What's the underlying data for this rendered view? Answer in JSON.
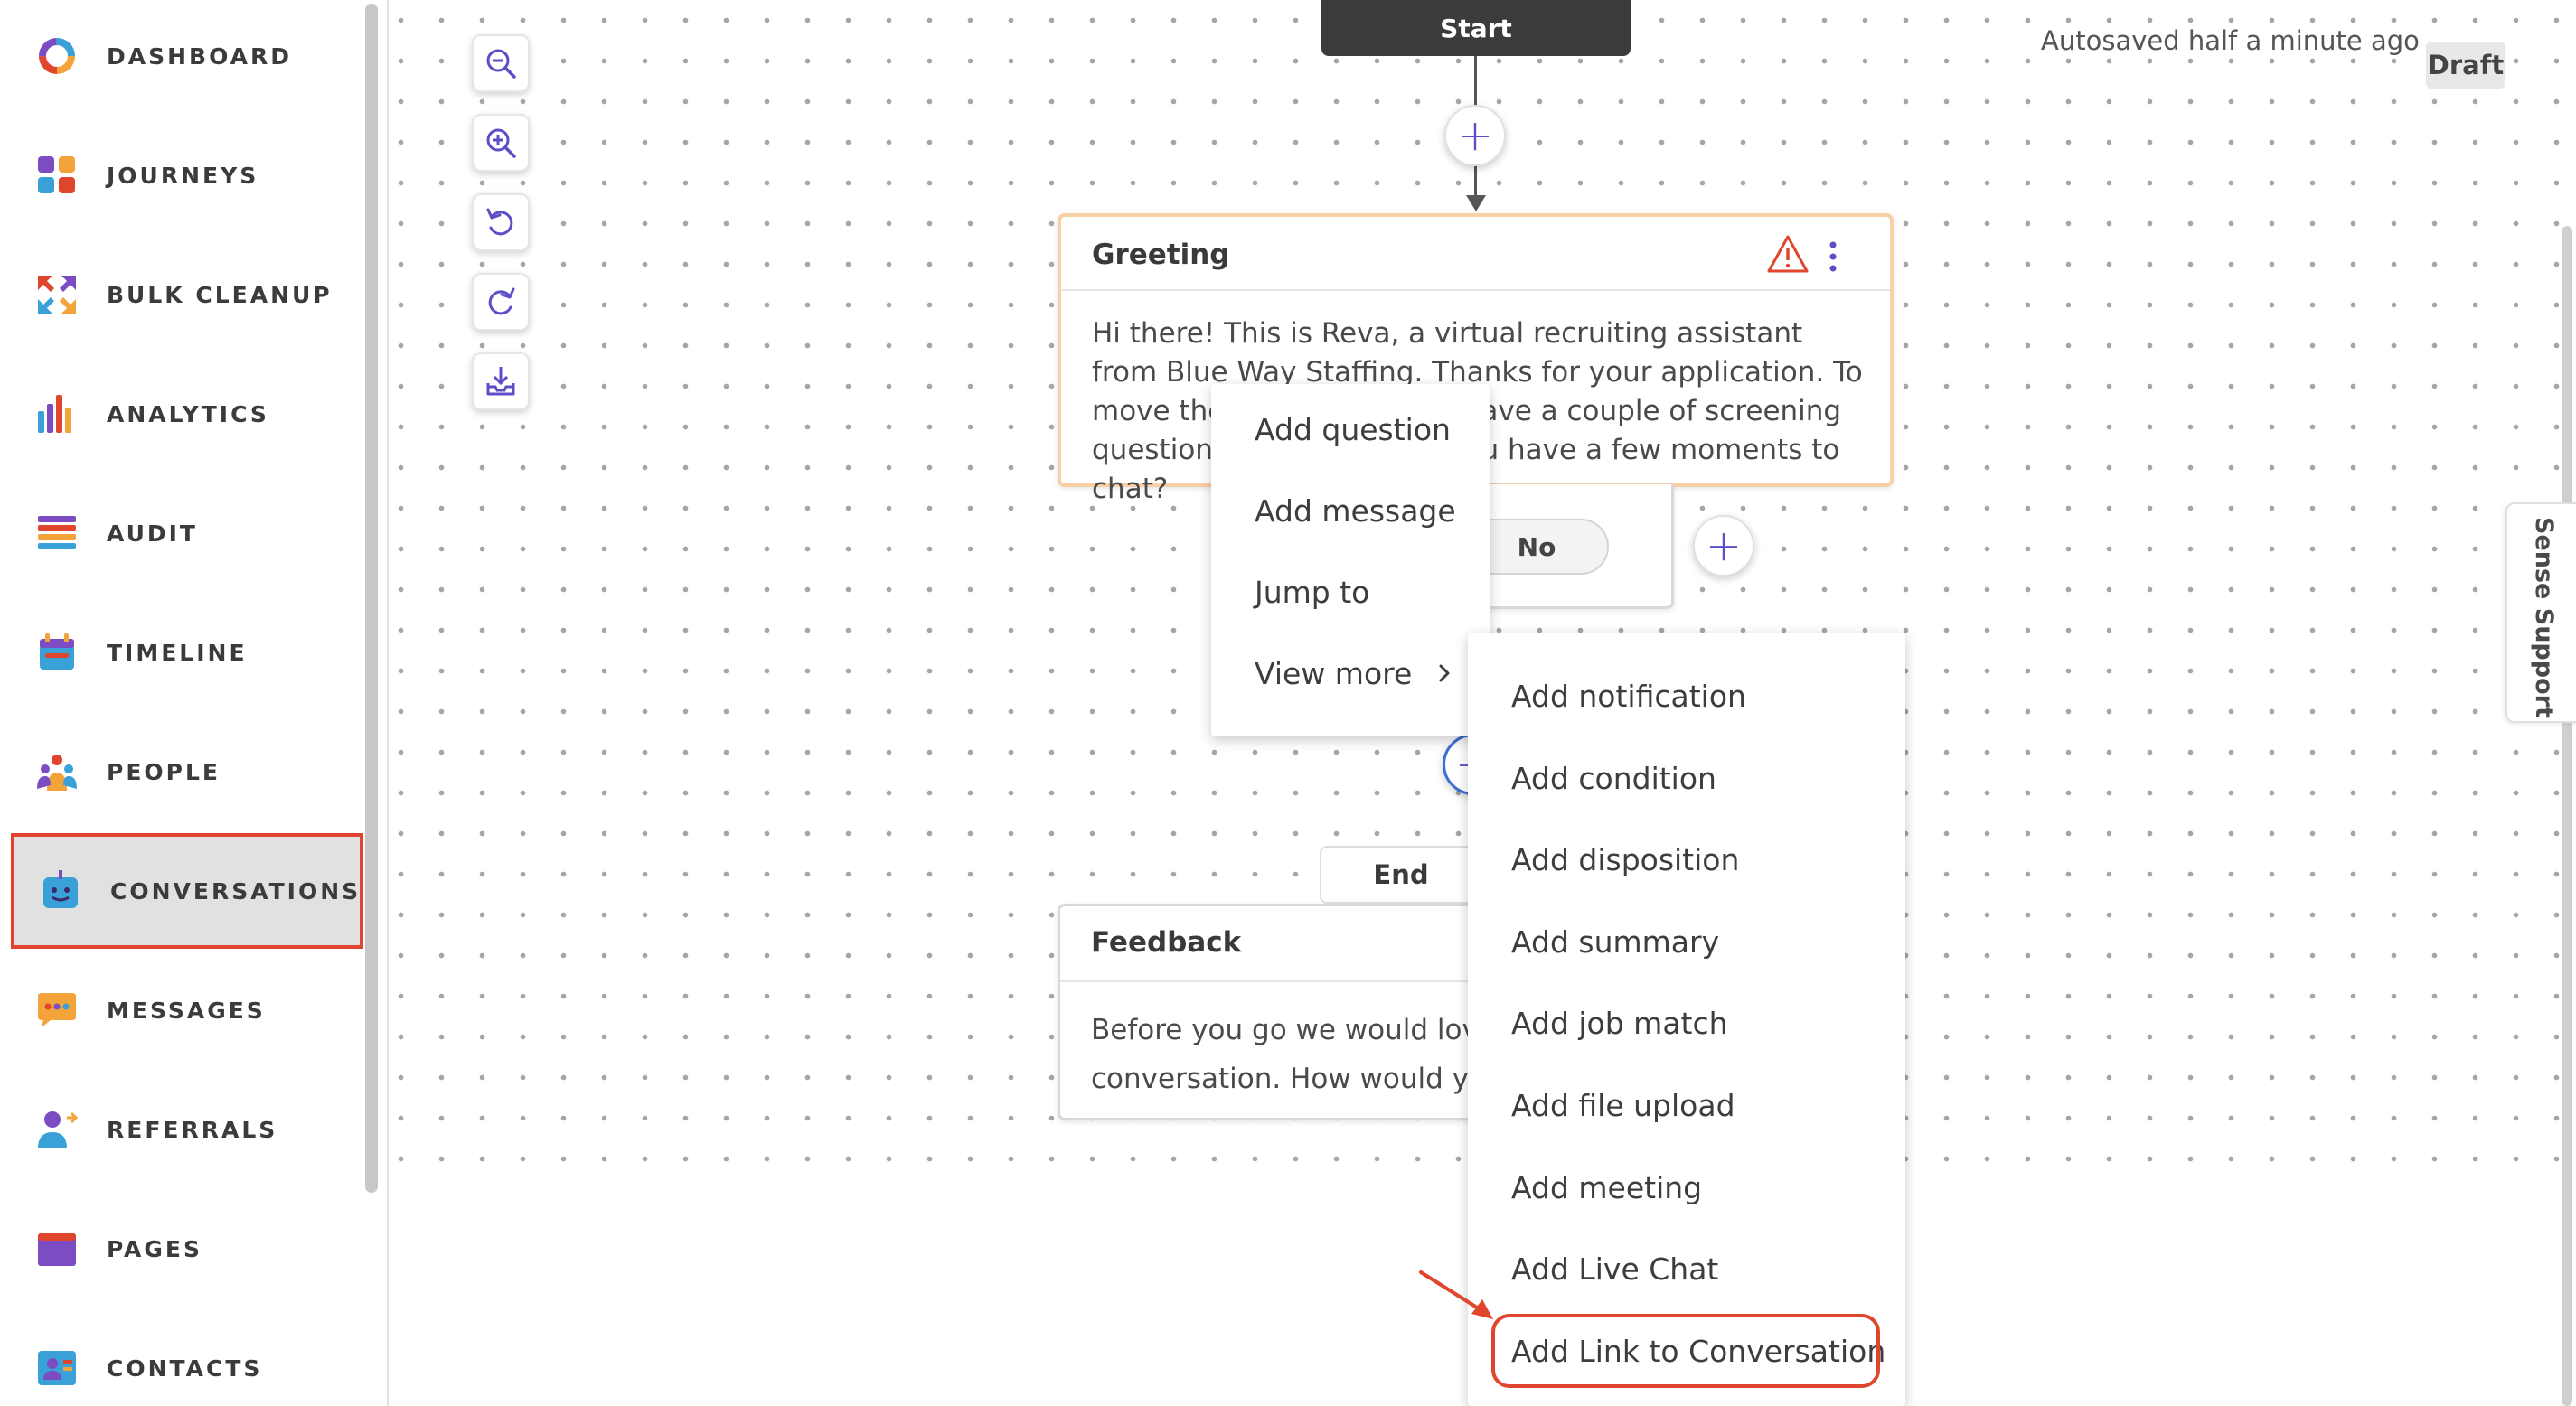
{
  "sidebar": {
    "items": [
      {
        "label": "DASHBOARD",
        "icon": "dashboard-ring-icon"
      },
      {
        "label": "JOURNEYS",
        "icon": "journeys-grid-icon"
      },
      {
        "label": "BULK CLEANUP",
        "icon": "bulk-cleanup-arrows-icon"
      },
      {
        "label": "ANALYTICS",
        "icon": "analytics-bars-icon"
      },
      {
        "label": "AUDIT",
        "icon": "audit-list-icon"
      },
      {
        "label": "TIMELINE",
        "icon": "timeline-calendar-icon"
      },
      {
        "label": "PEOPLE",
        "icon": "people-group-icon"
      },
      {
        "label": "CONVERSATIONS",
        "icon": "conversations-bot-icon"
      },
      {
        "label": "MESSAGES",
        "icon": "messages-bubble-icon"
      },
      {
        "label": "REFERRALS",
        "icon": "referrals-person-icon"
      },
      {
        "label": "PAGES",
        "icon": "pages-window-icon"
      },
      {
        "label": "CONTACTS",
        "icon": "contacts-card-icon"
      }
    ],
    "active": "CONVERSATIONS"
  },
  "toolbar": {
    "buttons": [
      "zoom-out-icon",
      "zoom-in-icon",
      "undo-icon",
      "redo-icon",
      "download-icon"
    ]
  },
  "flow": {
    "start_label": "Start",
    "end_label": "End",
    "greeting": {
      "title": "Greeting",
      "text": "Hi there! This is Reva, a virtual recruiting assistant from Blue Way Staffing. Thanks for your application. To move the process along, I have a couple of screening questions to ask you. Do you have a few moments to chat?"
    },
    "option_no": "No",
    "feedback": {
      "title": "Feedback",
      "text": "Before you go we would love your feedback on this conversation. How would you rate it?"
    }
  },
  "menu_primary": {
    "items": [
      "Add question",
      "Add message",
      "Jump to",
      "View more"
    ]
  },
  "menu_secondary": {
    "items": [
      "Add notification",
      "Add condition",
      "Add disposition",
      "Add summary",
      "Add job match",
      "Add file upload",
      "Add meeting",
      "Add Live Chat",
      "Add Link to Conversation"
    ],
    "highlighted": "Add Link to Conversation"
  },
  "status": {
    "autosave": "Autosaved half a minute ago",
    "draft": "Draft"
  },
  "support_tab": {
    "label": "Sense Support"
  },
  "colors": {
    "accent": "#5b4ec7",
    "highlight": "#e0452d",
    "warning": "#e0452d",
    "card_border_selected": "#f9cfa6"
  }
}
